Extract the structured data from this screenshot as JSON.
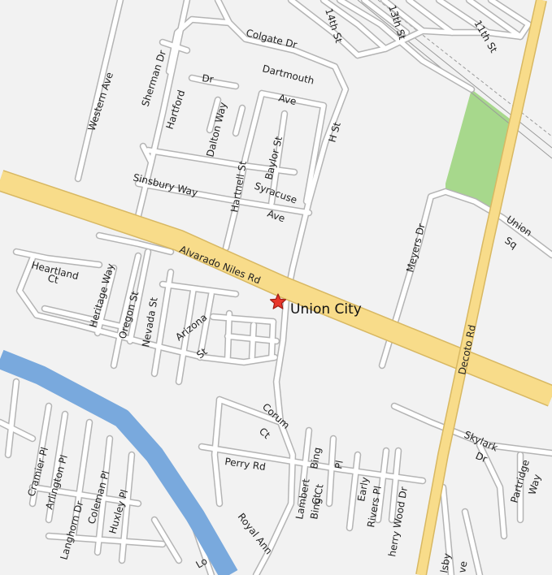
{
  "colors": {
    "land": "#f2f2f2",
    "street": "#ffffff",
    "street_casing": "#b4b4b4",
    "highway": "#f8dc8a",
    "highway_casing": "#d8b862",
    "water": "#79a9dd",
    "park": "#a7d88c",
    "railway": "#9a9a9a",
    "marker": "#e8362a",
    "marker_outline": "#9e1b13",
    "label": "#222222"
  },
  "marker": {
    "icon": "star-icon",
    "label": "Union City"
  },
  "street_labels": [
    "14th St",
    "13th St",
    "11th St",
    "Colgate Dr",
    "Dartmouth",
    "Ave",
    "Western Ave",
    "Sherman Dr",
    "Dr",
    "Hartford",
    "Dalton Way",
    "Baylor St",
    "H St",
    "Hartnell St",
    "Sinsbury Way",
    "Syracuse",
    "Ave",
    "Meyers Dr",
    "Union",
    "Sq",
    "Alvarado Niles Rd",
    "Heartland",
    "Ct",
    "Heritage Way",
    "Oregon St",
    "Nevada St",
    "Arizona",
    "St",
    "Decoto Rd",
    "Corum",
    "Ct",
    "Skylark",
    "Dr",
    "Partridge",
    "Way",
    "Perry Rd",
    "Bing",
    "Pl",
    "Early",
    "Rivers Pl",
    "Lambert",
    "Ct",
    "Bing Ct",
    "herry Wood Dr",
    "Cramier Pl",
    "Arlington Pl",
    "Langhorn Dr",
    "Coleman Pl",
    "Huxley Pl",
    "Royal Ann",
    "Lo",
    "lsby",
    "ve"
  ]
}
